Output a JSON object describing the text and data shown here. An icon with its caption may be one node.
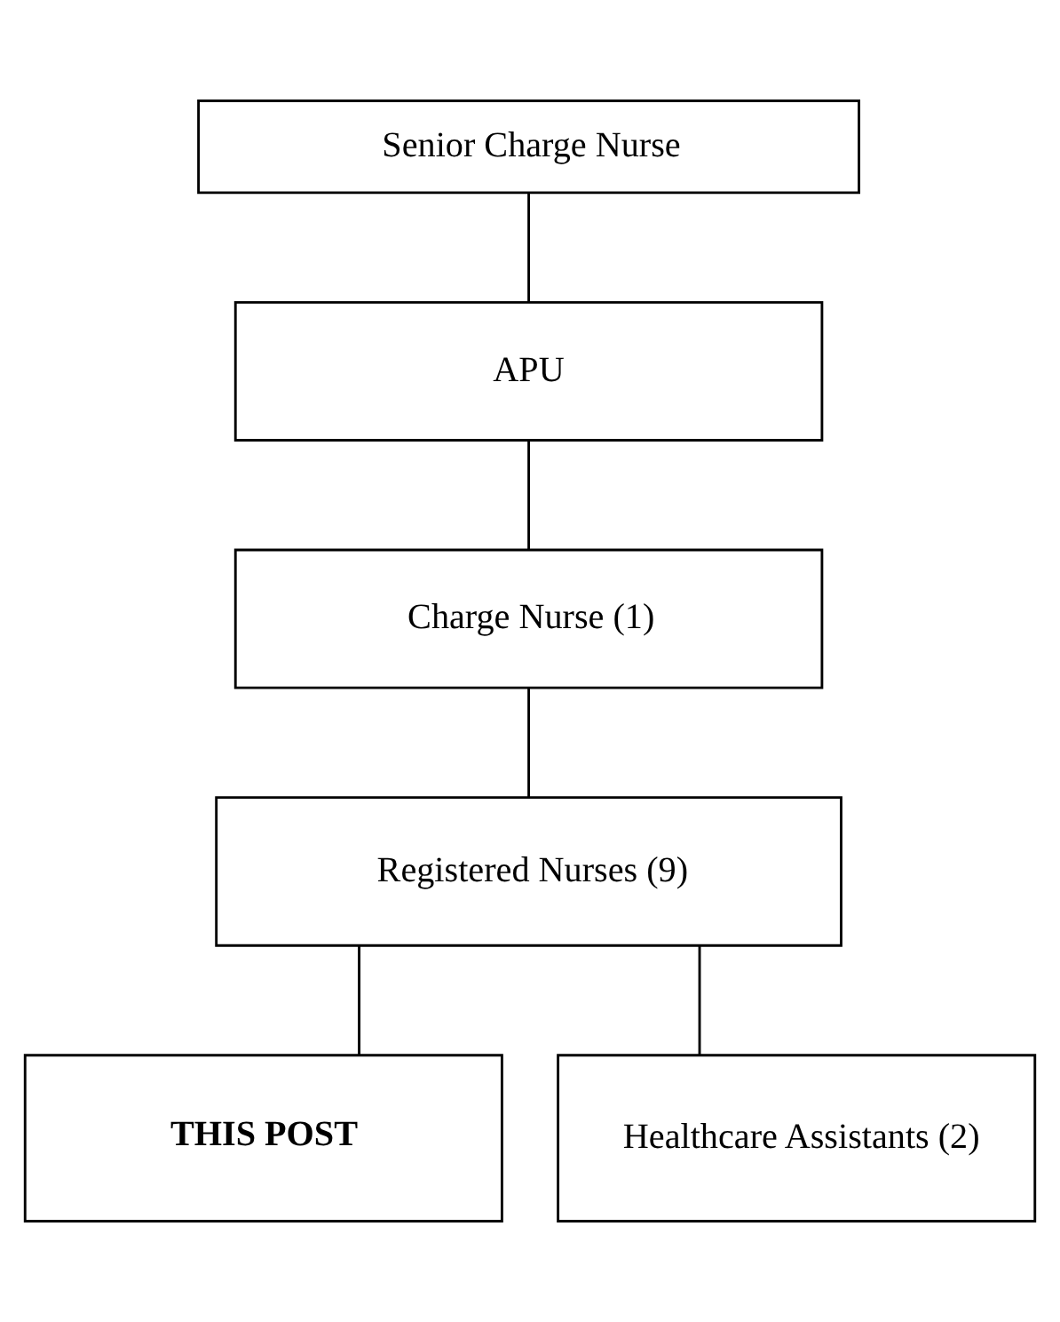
{
  "diagram": {
    "nodes": [
      {
        "text": [
          "Senior Charge Nurse"
        ]
      },
      {
        "text": [
          "APU"
        ]
      },
      {
        "text": [
          "Charge Nurse (1)"
        ]
      },
      {
        "text": [
          "Registered Nurses (9)"
        ]
      },
      {
        "text": [
          "THIS POST"
        ]
      },
      {
        "text": [
          "Healthcare Assistants (2)"
        ]
      }
    ],
    "edges": [
      {
        "from": 0,
        "to": 1,
        "arrow": "none"
      },
      {
        "from": 1,
        "to": 2,
        "arrow": "none"
      },
      {
        "from": 2,
        "to": 3,
        "arrow": "none"
      },
      {
        "from": 3,
        "to": 4,
        "arrow": "none"
      },
      {
        "from": 3,
        "to": 5,
        "arrow": "none"
      }
    ]
  }
}
